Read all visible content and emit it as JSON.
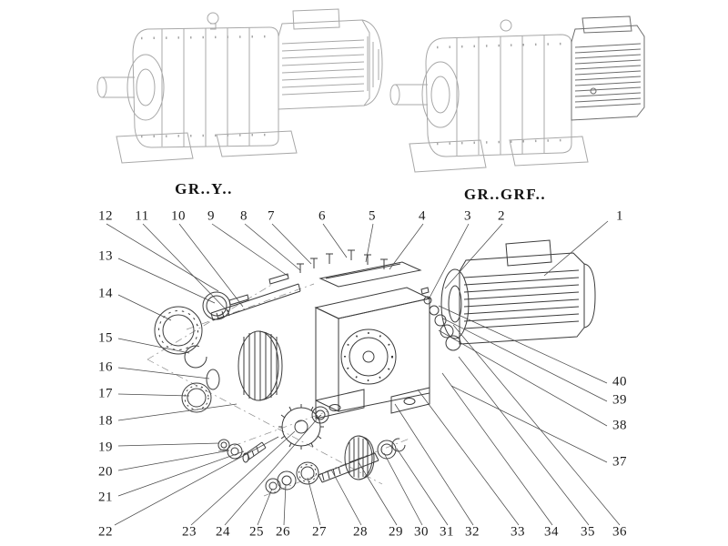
{
  "diagram": {
    "type": "exploded-parts-diagram",
    "variant_left": {
      "label": "GR..Y.."
    },
    "variant_right": {
      "label": "GR..GRF.."
    }
  },
  "part_numbers": [
    "1",
    "2",
    "3",
    "4",
    "5",
    "6",
    "7",
    "8",
    "9",
    "10",
    "11",
    "12",
    "13",
    "14",
    "15",
    "16",
    "17",
    "18",
    "19",
    "20",
    "21",
    "22",
    "23",
    "24",
    "25",
    "26",
    "27",
    "28",
    "29",
    "30",
    "31",
    "32",
    "33",
    "34",
    "35",
    "36",
    "37",
    "38",
    "39",
    "40"
  ],
  "colors": {
    "line_art_light": "#a8a8a8",
    "line_art_dark": "#3b3b3b",
    "leader_line": "#4a4a4a",
    "text": "#1b1b1b"
  }
}
